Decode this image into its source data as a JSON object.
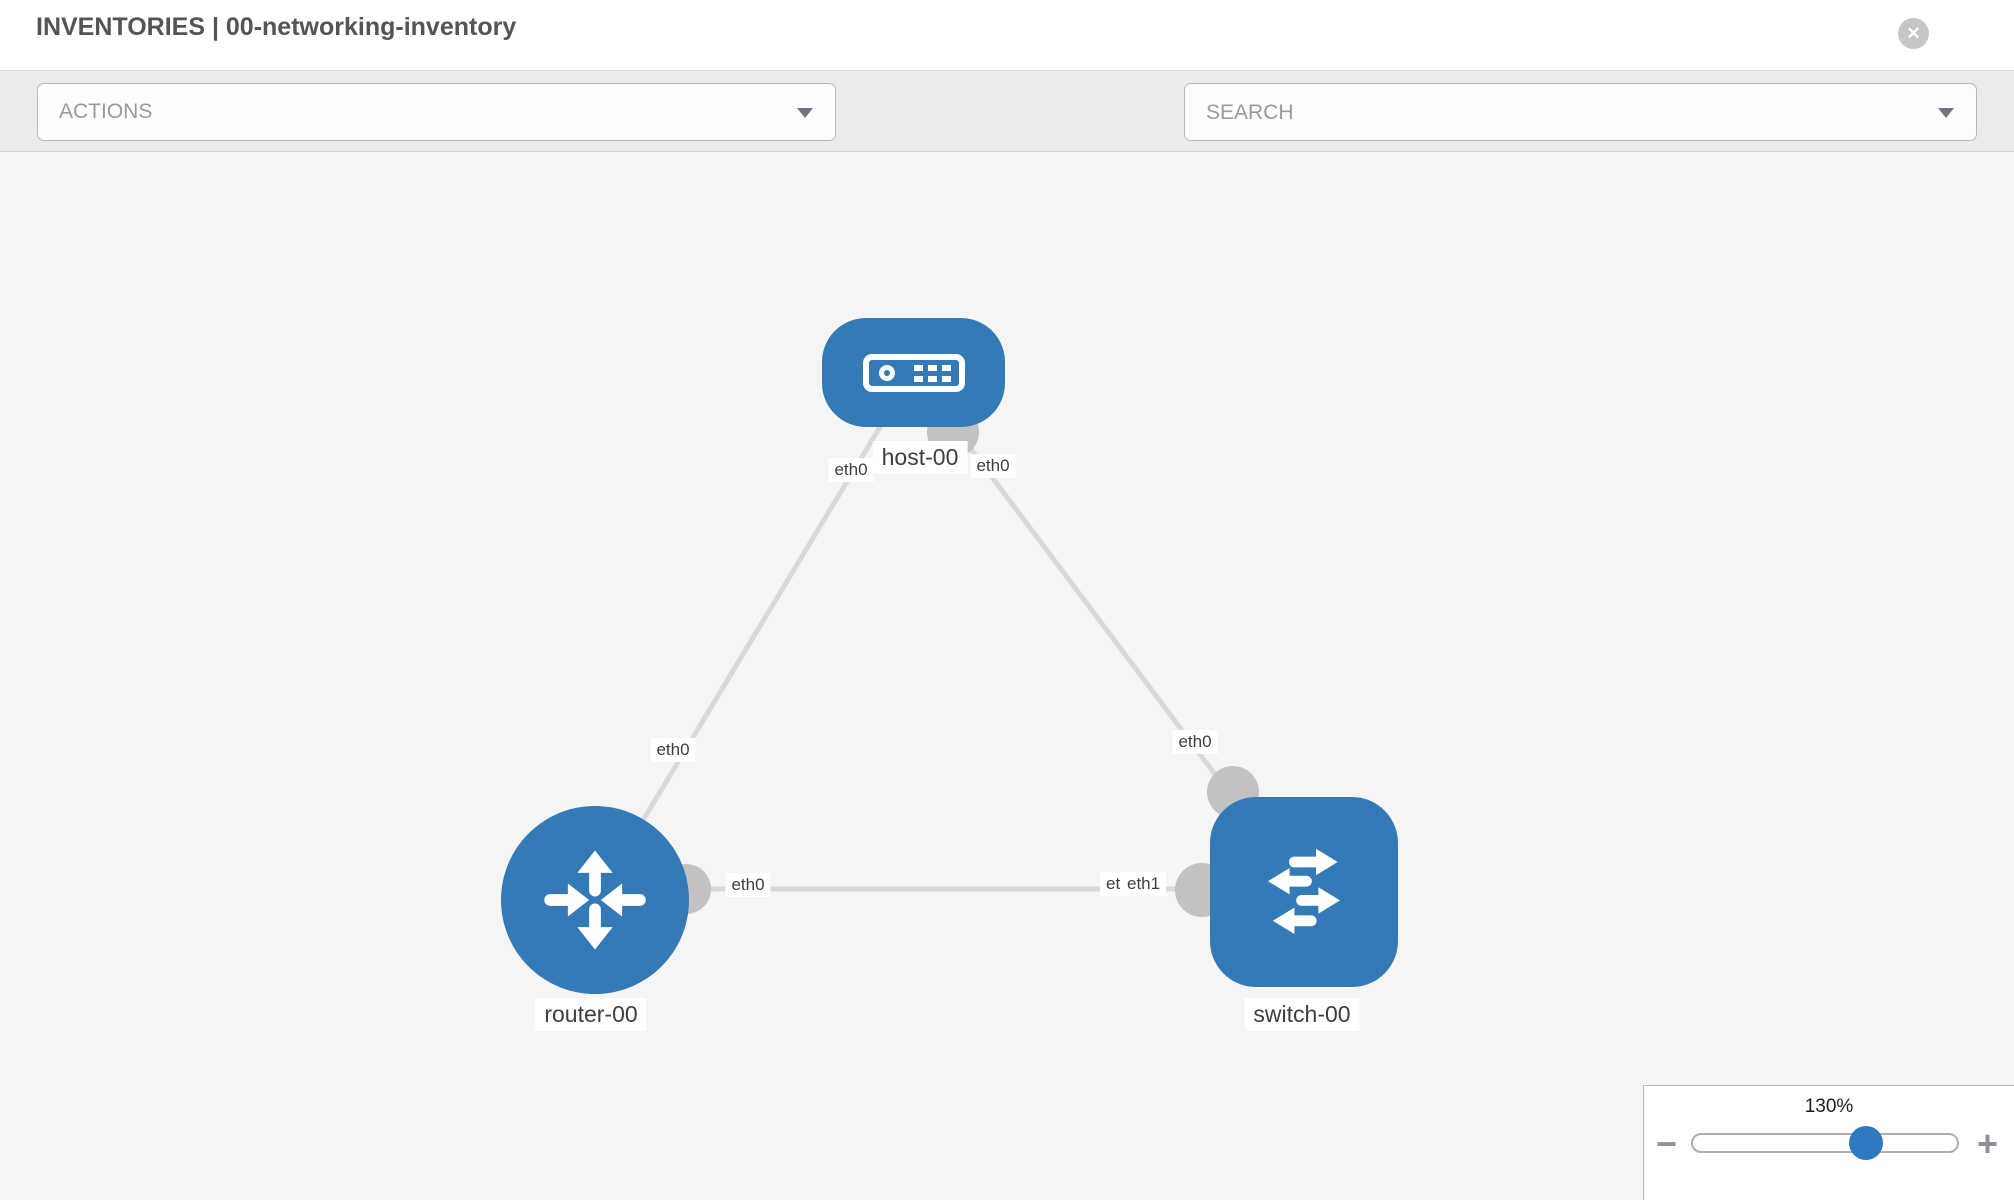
{
  "header": {
    "title": "INVENTORIES | 00-networking-inventory",
    "close_icon": "✕"
  },
  "toolbar": {
    "actions_label": "ACTIONS",
    "search_placeholder": "SEARCH",
    "icons": [
      "wrench-icon",
      "key-icon"
    ]
  },
  "topology": {
    "nodes": [
      {
        "label": "host-00",
        "type": "host"
      },
      {
        "label": "router-00",
        "type": "router"
      },
      {
        "label": "switch-00",
        "type": "switch"
      }
    ],
    "interfaces": {
      "host_to_router": "eth0",
      "host_to_switch": "eth0",
      "router_to_host": "eth0",
      "router_to_switch": "eth0",
      "switch_to_host": "eth0",
      "switch_to_router_back": "eth0",
      "switch_to_router_front": "eth1"
    },
    "links": [
      {
        "from": "host-00",
        "from_interface": "eth0",
        "to": "router-00",
        "to_interface": "eth0"
      },
      {
        "from": "host-00",
        "from_interface": "eth0",
        "to": "switch-00",
        "to_interface": "eth0"
      },
      {
        "from": "router-00",
        "from_interface": "eth0",
        "to": "switch-00",
        "to_interface": "eth1"
      }
    ]
  },
  "zoom_control": {
    "value": "130%",
    "minus_label": "−",
    "plus_label": "+"
  },
  "colors": {
    "node_blue": "#337ab7",
    "link_gray": "#d9d9d9",
    "port_gray": "#c2c2c2",
    "toolbar_gray": "#ebebeb",
    "canvas_gray": "#f5f5f5"
  }
}
